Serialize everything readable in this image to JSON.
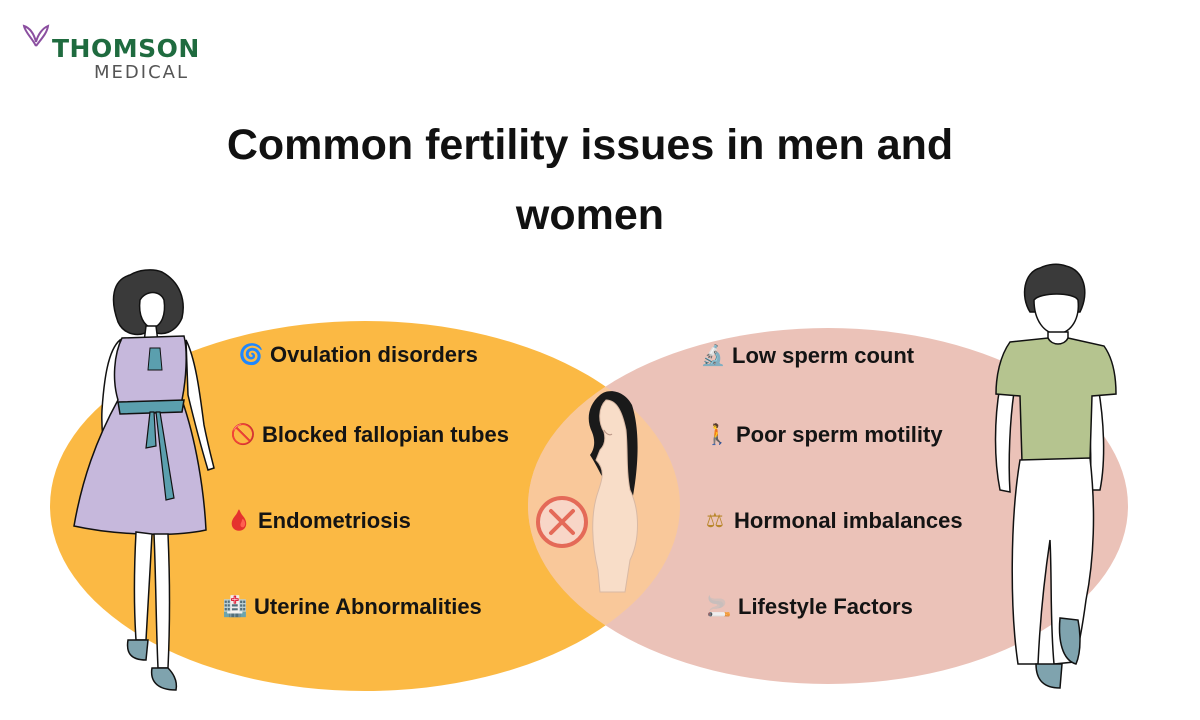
{
  "brand": {
    "name_top": "THOMSON",
    "name_bottom": "MEDICAL",
    "colors": {
      "green": "#1f6b3f",
      "grey": "#555555",
      "purple": "#8b4fa0"
    }
  },
  "title": "Common fertility issues in men and women",
  "diagram": {
    "type": "venn",
    "left_set_color": "#fbb944",
    "right_set_color": "#ebc2b8",
    "overlap_color": "#f9c89a",
    "center_icon": "x-circle-icon",
    "women_issues": [
      {
        "icon": "swirl-icon",
        "label": "Ovulation disorders"
      },
      {
        "icon": "prohibited-icon",
        "label": "Blocked fallopian tubes"
      },
      {
        "icon": "blood-drop-icon",
        "label": "Endometriosis"
      },
      {
        "icon": "hospital-icon",
        "label": "Uterine Abnormalities"
      }
    ],
    "men_issues": [
      {
        "icon": "microscope-icon",
        "label": "Low sperm count"
      },
      {
        "icon": "walking-person-icon",
        "label": "Poor sperm motility"
      },
      {
        "icon": "balance-scale-icon",
        "label": "Hormonal imbalances"
      },
      {
        "icon": "cigarette-icon",
        "label": "Lifestyle Factors"
      }
    ]
  },
  "figures": {
    "woman_dress_color": "#c6b8dc",
    "woman_belt_color": "#5b9fae",
    "man_shirt_color": "#b5c48f",
    "man_pants_color": "#ffffff",
    "shoe_color": "#7fa3ae"
  }
}
